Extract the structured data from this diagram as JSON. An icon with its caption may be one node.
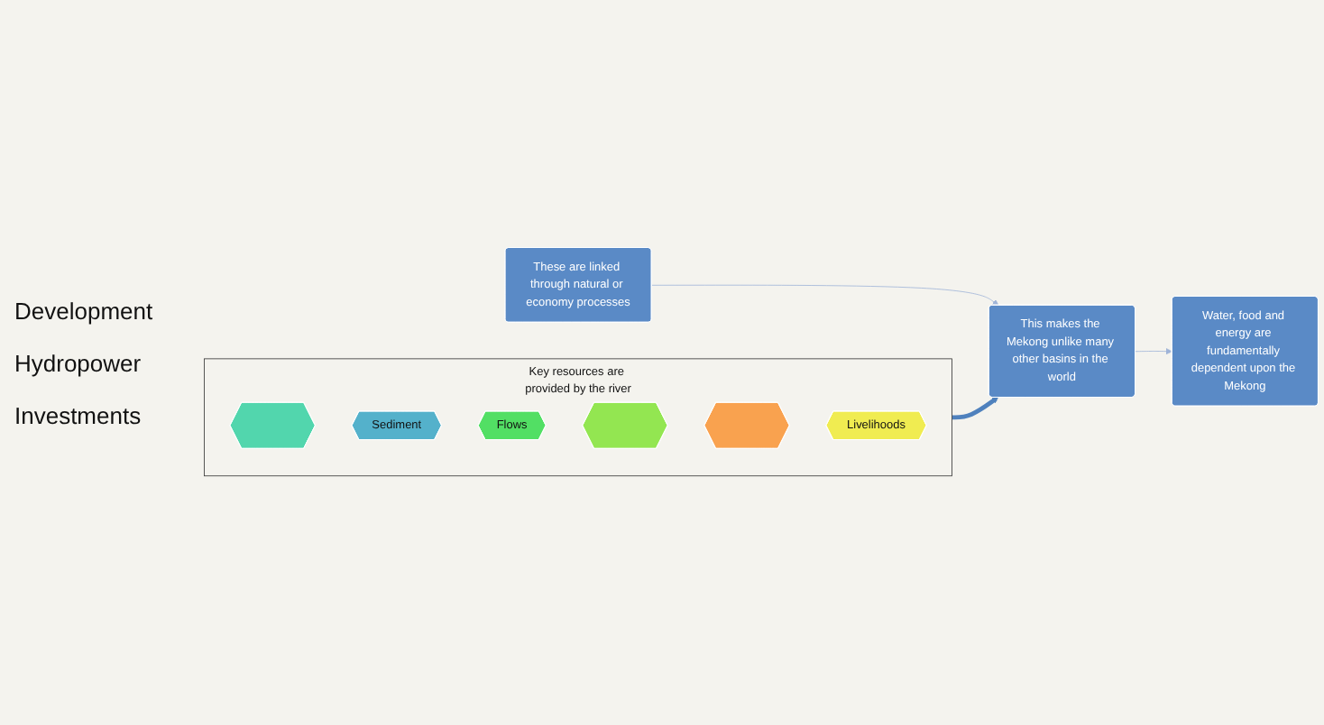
{
  "diagram": {
    "nodes": [
      {
        "text": [
          "Key resources are provided by the river"
        ]
      },
      {
        "text": [],
        "shape": "hexagon",
        "in": 0
      },
      {
        "text": [
          "Sediment"
        ],
        "in": 0
      },
      {
        "text": [
          "Flows"
        ],
        "in": 0
      },
      {
        "text": [],
        "shape": "hexagon",
        "in": 0
      },
      {
        "text": [],
        "shape": "hexagon",
        "in": 0
      },
      {
        "text": [
          "Livelihoods"
        ],
        "in": 0
      },
      {
        "text": [
          "These are linked through natural or economy processes"
        ]
      },
      {
        "text": [
          "This makes the Mekong unlike many other basins in the world"
        ]
      },
      {
        "text": [
          "Water, food and energy are fundamentally dependent upon the Mekong"
        ]
      }
    ],
    "edges": [
      {
        "from": 0,
        "to": 8,
        "arrow": "to",
        "style": "thick",
        "color": "#4f81bd"
      },
      {
        "from": 7,
        "to": 8,
        "arrow": "to"
      },
      {
        "from": 8,
        "to": 9,
        "arrow": "to"
      }
    ],
    "labels": [
      "Development",
      "Hydropower",
      "Investments"
    ]
  }
}
